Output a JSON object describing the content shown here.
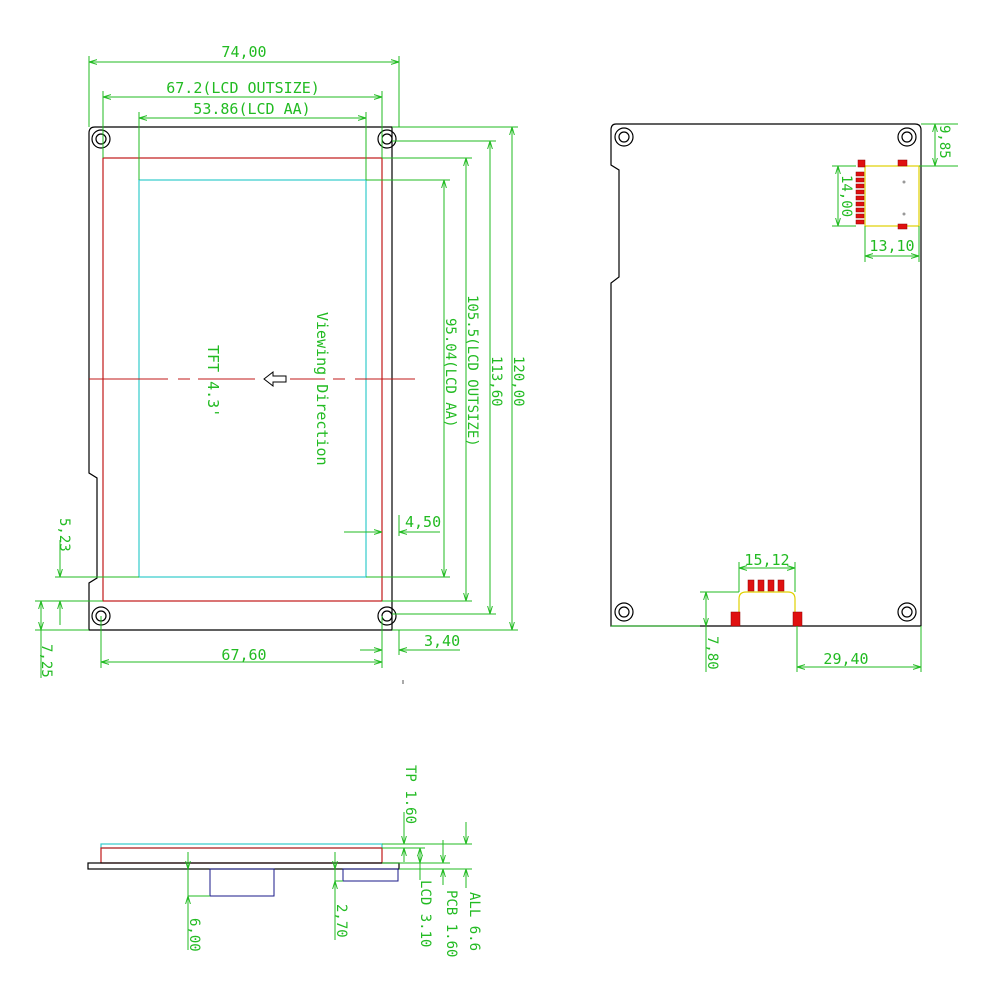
{
  "title": "",
  "front_view": {
    "dims": {
      "overall_width": "74,00",
      "lcd_outsize_w": "67.2(LCD OUTSIZE)",
      "lcd_aa_w": "53.86(LCD AA)",
      "overall_height": "120,00",
      "pcb_height": "113,60",
      "lcd_outsize_h": "105.5(LCD OUTSIZE)",
      "lcd_aa_h": "95.04(LCD AA)",
      "side_offset": "4,50",
      "bottom_offset": "5,23",
      "hole_offset_v": "7,25",
      "hole_spacing": "67,60",
      "hole_offset_h": "3,40"
    },
    "labels": {
      "model": "TFT 4.3'",
      "viewing": "Viewing Direction"
    }
  },
  "back_view": {
    "dims": {
      "conn_offset": "9,85",
      "conn_height": "14,00",
      "conn_width": "13,10",
      "fpc_width": "15,12",
      "fpc_height": "7,80",
      "fpc_offset": "29,40"
    }
  },
  "side_view": {
    "dims": {
      "tp": "TP 1.60",
      "lcd": "LCD 3.10",
      "pcb": "PCB 1.60",
      "all": "ALL 6.6",
      "depth_a": "6,00",
      "depth_b": "2,70"
    }
  }
}
